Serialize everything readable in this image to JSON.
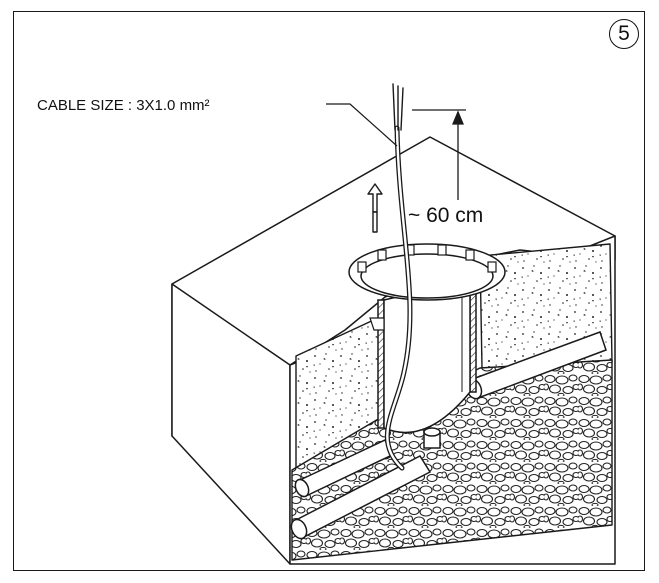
{
  "step_number": "5",
  "cable_label": "CABLE SIZE  : 3X1.0 mm²",
  "distance_label": "~ 60 cm",
  "colors": {
    "line": "#1a1a1a",
    "background": "#ffffff"
  }
}
